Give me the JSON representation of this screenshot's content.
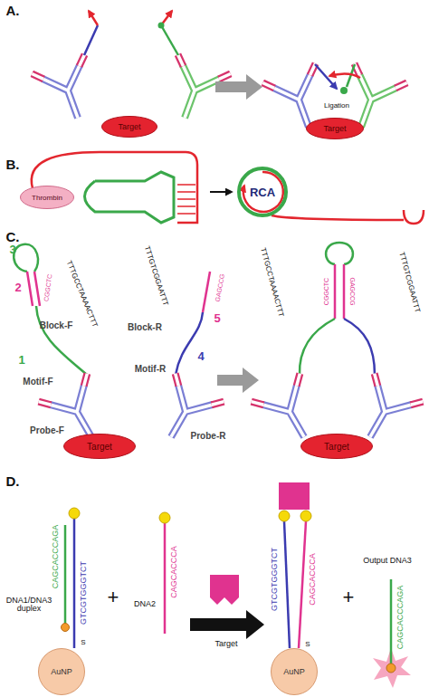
{
  "diagram": {
    "nodes": [
      {
        "text": [
          "Target"
        ]
      },
      {
        "text": [
          "Target"
        ]
      },
      {
        "text": [
          "Thrombin"
        ]
      },
      {
        "text": [
          "RCA"
        ]
      },
      {
        "text": [
          "Target"
        ]
      },
      {
        "text": [
          "Target"
        ]
      },
      {
        "text": [
          "AuNP"
        ]
      },
      {
        "text": [
          "AuNP"
        ]
      }
    ],
    "labels": [
      "A.",
      "Ligation",
      "B.",
      "C.",
      "3",
      "2",
      "CGGCTC",
      "Block-F",
      "TTTGCCTAAAACTTT",
      "1",
      "Motif-F",
      "Probe-F",
      "TTTGTCGGAATTT",
      "Block-R",
      "5",
      "GAGCCG",
      "4",
      "Motif-R",
      "Probe-R",
      "TTTGCCTAAAACTTT",
      "CGGCTC",
      "GAGCCG",
      "TTTGTCGGAATTT",
      "D.",
      "CAGCACCCAGA",
      "GTCGTGGGTCT",
      "DNA1/DNA3 duplex",
      "S",
      "+",
      "DNA2",
      "CAGCACCCA",
      "Target",
      "GTCGTGGGTCT",
      "CAGCACCCA",
      "S",
      "+",
      "Output DNA3",
      "CAGCACCCAGA"
    ]
  }
}
